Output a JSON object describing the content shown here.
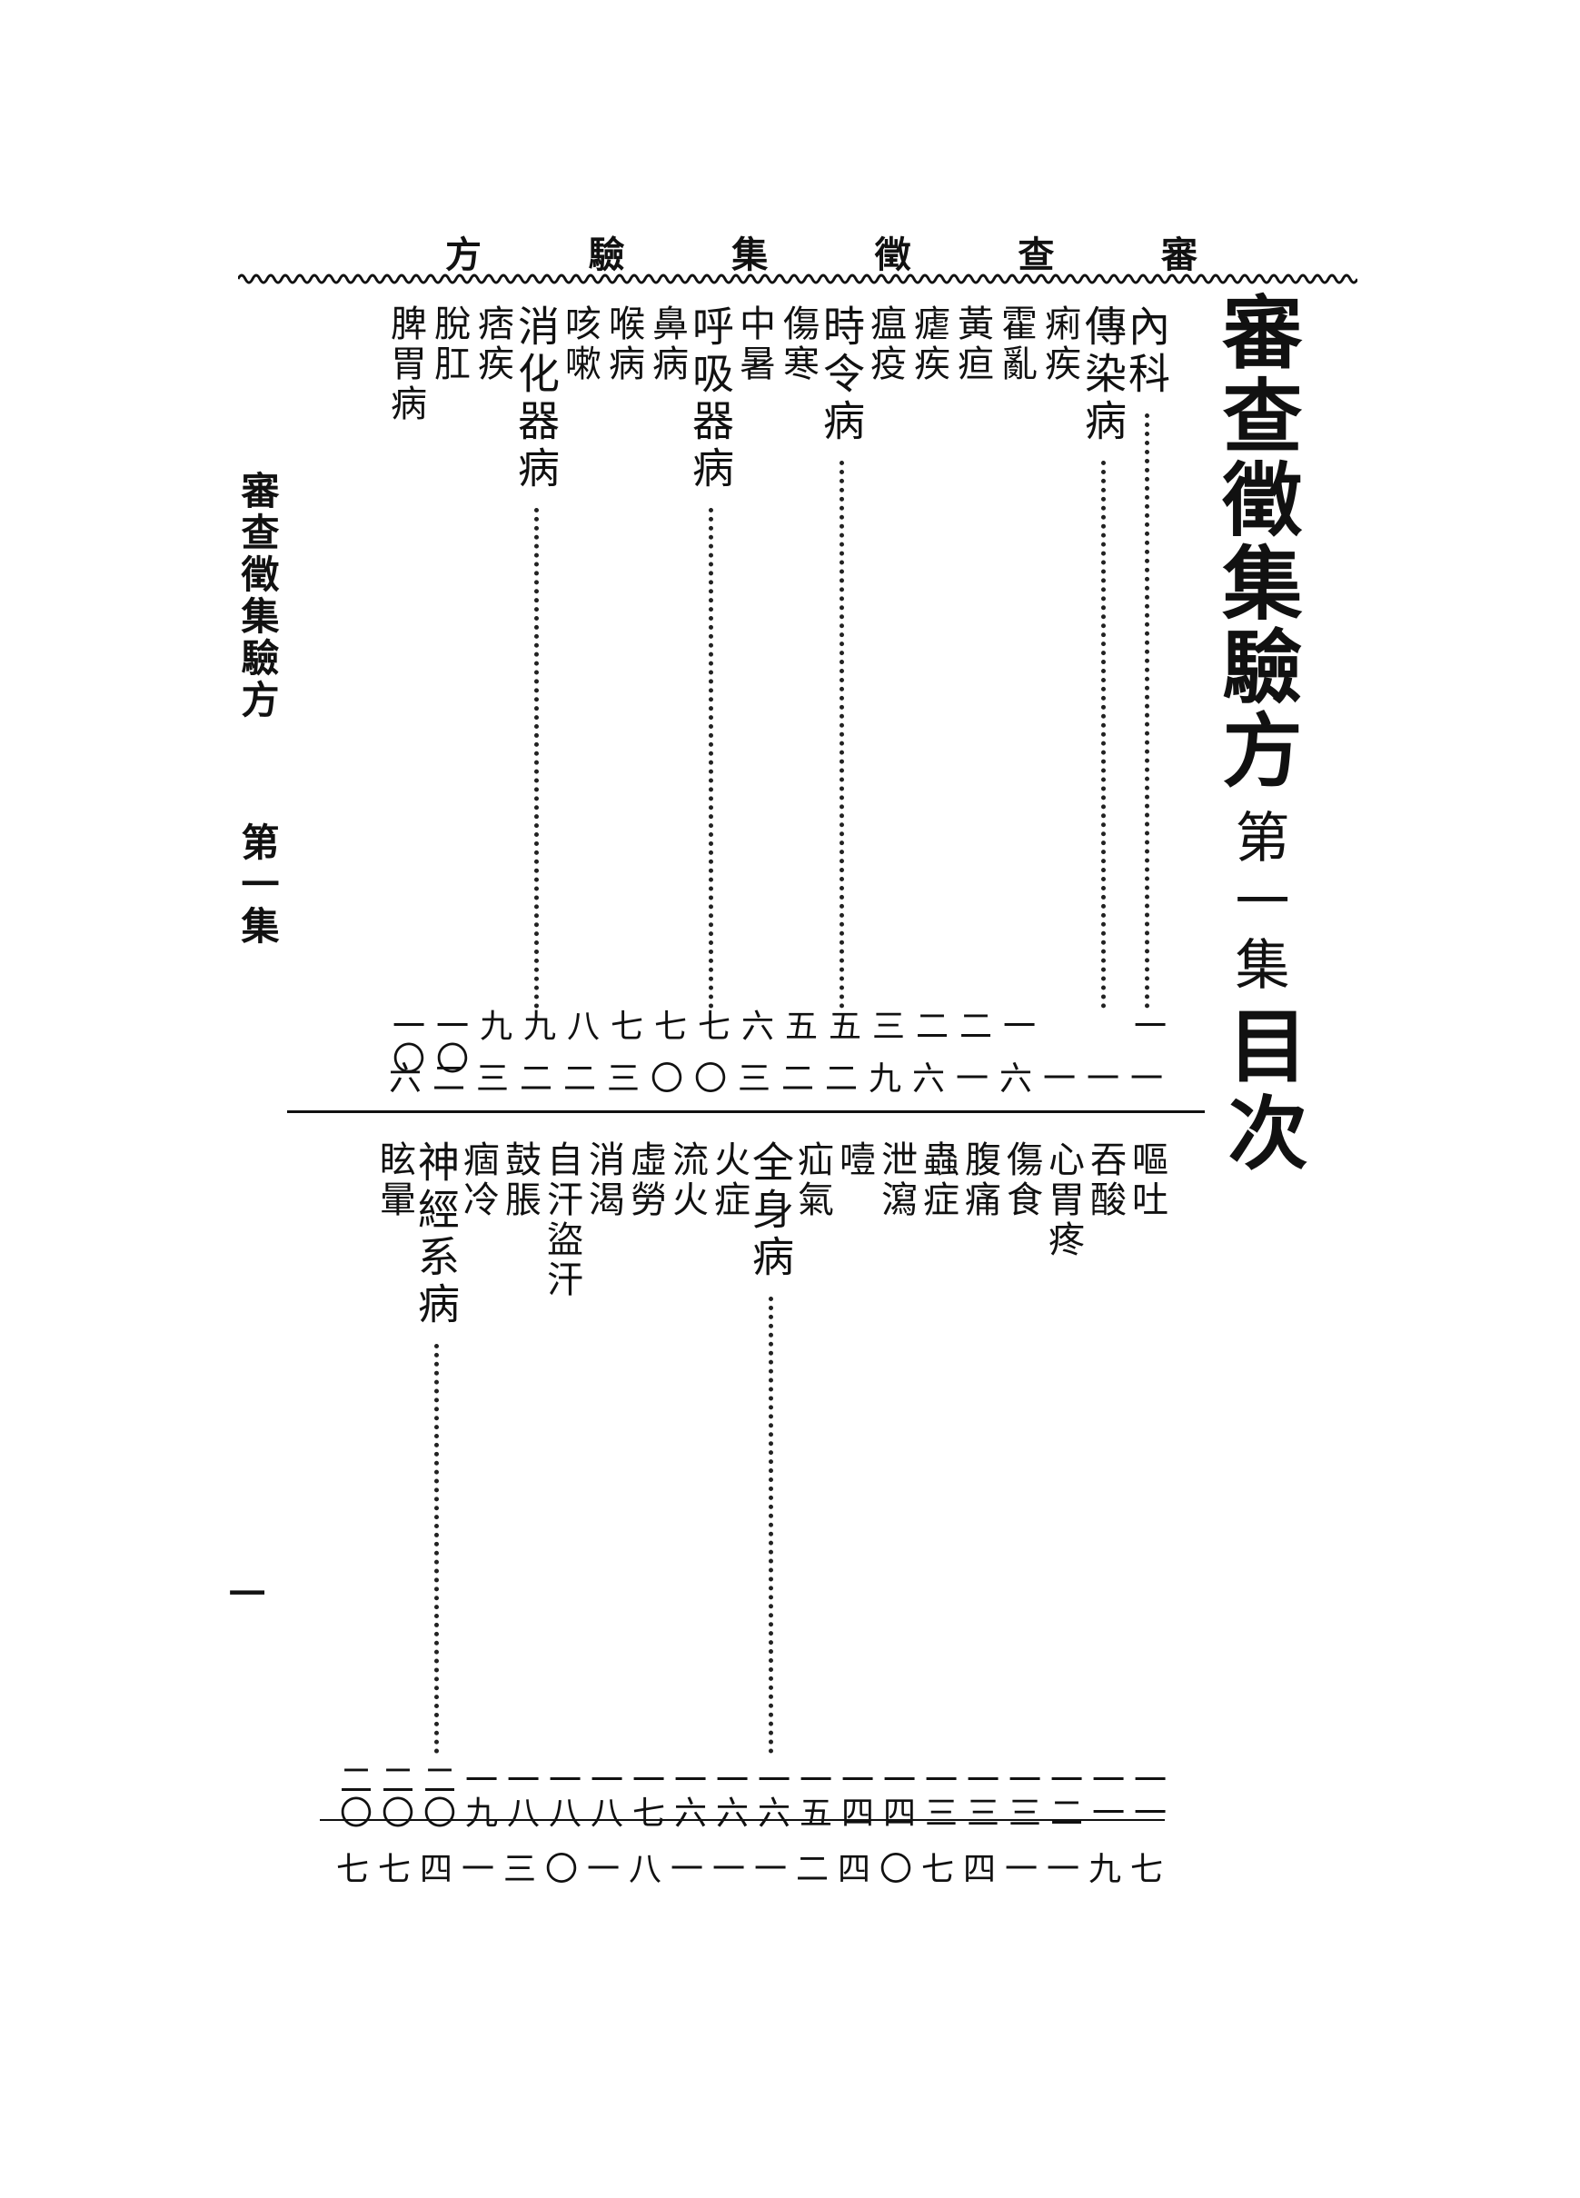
{
  "running_head": [
    "審",
    "查",
    "徵",
    "集",
    "驗",
    "方"
  ],
  "main_title": "審查徵集驗方",
  "volume": "第一集",
  "contents_label": "目次",
  "side_title": "審查徵集驗方",
  "side_volume": "第一集",
  "folio": "一",
  "upper_entries": [
    {
      "text": "內科",
      "cat": true,
      "page_top": "一",
      "page_bottom": "一"
    },
    {
      "text": "傳染病",
      "cat": true,
      "page_top": "",
      "page_bottom": "一"
    },
    {
      "text": "痢疾",
      "cat": false,
      "page_top": "",
      "page_bottom": "一"
    },
    {
      "text": "霍亂",
      "cat": false,
      "page_top": "一",
      "page_bottom": "六"
    },
    {
      "text": "黃疸",
      "cat": false,
      "page_top": "二",
      "page_bottom": "一"
    },
    {
      "text": "瘧疾",
      "cat": false,
      "page_top": "二",
      "page_bottom": "六"
    },
    {
      "text": "瘟疫",
      "cat": false,
      "page_top": "三",
      "page_bottom": "九"
    },
    {
      "text": "時令病",
      "cat": true,
      "page_top": "五",
      "page_bottom": "二"
    },
    {
      "text": "傷寒",
      "cat": false,
      "page_top": "五",
      "page_bottom": "二"
    },
    {
      "text": "中暑",
      "cat": false,
      "page_top": "六",
      "page_bottom": "三"
    },
    {
      "text": "呼吸器病",
      "cat": true,
      "page_top": "七",
      "page_bottom": "〇"
    },
    {
      "text": "鼻病",
      "cat": false,
      "page_top": "七",
      "page_bottom": "〇"
    },
    {
      "text": "喉病",
      "cat": false,
      "page_top": "七",
      "page_bottom": "三"
    },
    {
      "text": "咳嗽",
      "cat": false,
      "page_top": "八",
      "page_bottom": "二"
    },
    {
      "text": "消化器病",
      "cat": true,
      "page_top": "九",
      "page_bottom": "二"
    },
    {
      "text": "痞疾",
      "cat": false,
      "page_top": "九",
      "page_bottom": "三"
    },
    {
      "text": "脫肛",
      "cat": false,
      "page_top": "一〇",
      "page_bottom": "二"
    },
    {
      "text": "脾胃病",
      "cat": false,
      "page_top": "一〇",
      "page_bottom": "六"
    }
  ],
  "lower_entries": [
    {
      "text": "嘔吐",
      "cat": false,
      "page_top": "一一",
      "page_bottom": "七"
    },
    {
      "text": "吞酸",
      "cat": false,
      "page_top": "一一",
      "page_bottom": "九"
    },
    {
      "text": "心胃疼",
      "cat": false,
      "page_top": "一二",
      "page_bottom": "一"
    },
    {
      "text": "傷食",
      "cat": false,
      "page_top": "一三",
      "page_bottom": "一"
    },
    {
      "text": "腹痛",
      "cat": false,
      "page_top": "一三",
      "page_bottom": "四"
    },
    {
      "text": "蟲症",
      "cat": false,
      "page_top": "一三",
      "page_bottom": "七"
    },
    {
      "text": "泄瀉",
      "cat": false,
      "page_top": "一四",
      "page_bottom": "〇"
    },
    {
      "text": "噎",
      "cat": false,
      "page_top": "一四",
      "page_bottom": "四"
    },
    {
      "text": "疝氣",
      "cat": false,
      "page_top": "一五",
      "page_bottom": "二"
    },
    {
      "text": "全身病",
      "cat": true,
      "page_top": "一六",
      "page_bottom": "一"
    },
    {
      "text": "火症",
      "cat": false,
      "page_top": "一六",
      "page_bottom": "一"
    },
    {
      "text": "流火",
      "cat": false,
      "page_top": "一六",
      "page_bottom": "一"
    },
    {
      "text": "虛勞",
      "cat": false,
      "page_top": "一七",
      "page_bottom": "八"
    },
    {
      "text": "消渴",
      "cat": false,
      "page_top": "一八",
      "page_bottom": "一"
    },
    {
      "text": "自汗盜汗",
      "cat": false,
      "page_top": "一八",
      "page_bottom": "〇"
    },
    {
      "text": "鼓脹",
      "cat": false,
      "page_top": "一八",
      "page_bottom": "三"
    },
    {
      "text": "痼冷",
      "cat": false,
      "page_top": "一九",
      "page_bottom": "一"
    },
    {
      "text": "神經系病",
      "cat": true,
      "page_top": "二〇",
      "page_bottom": "四"
    },
    {
      "text": "眩暈",
      "cat": false,
      "page_top": "二〇",
      "page_bottom": "七"
    },
    {
      "text": "",
      "cat": false,
      "page_top": "二〇",
      "page_bottom": "七"
    }
  ]
}
